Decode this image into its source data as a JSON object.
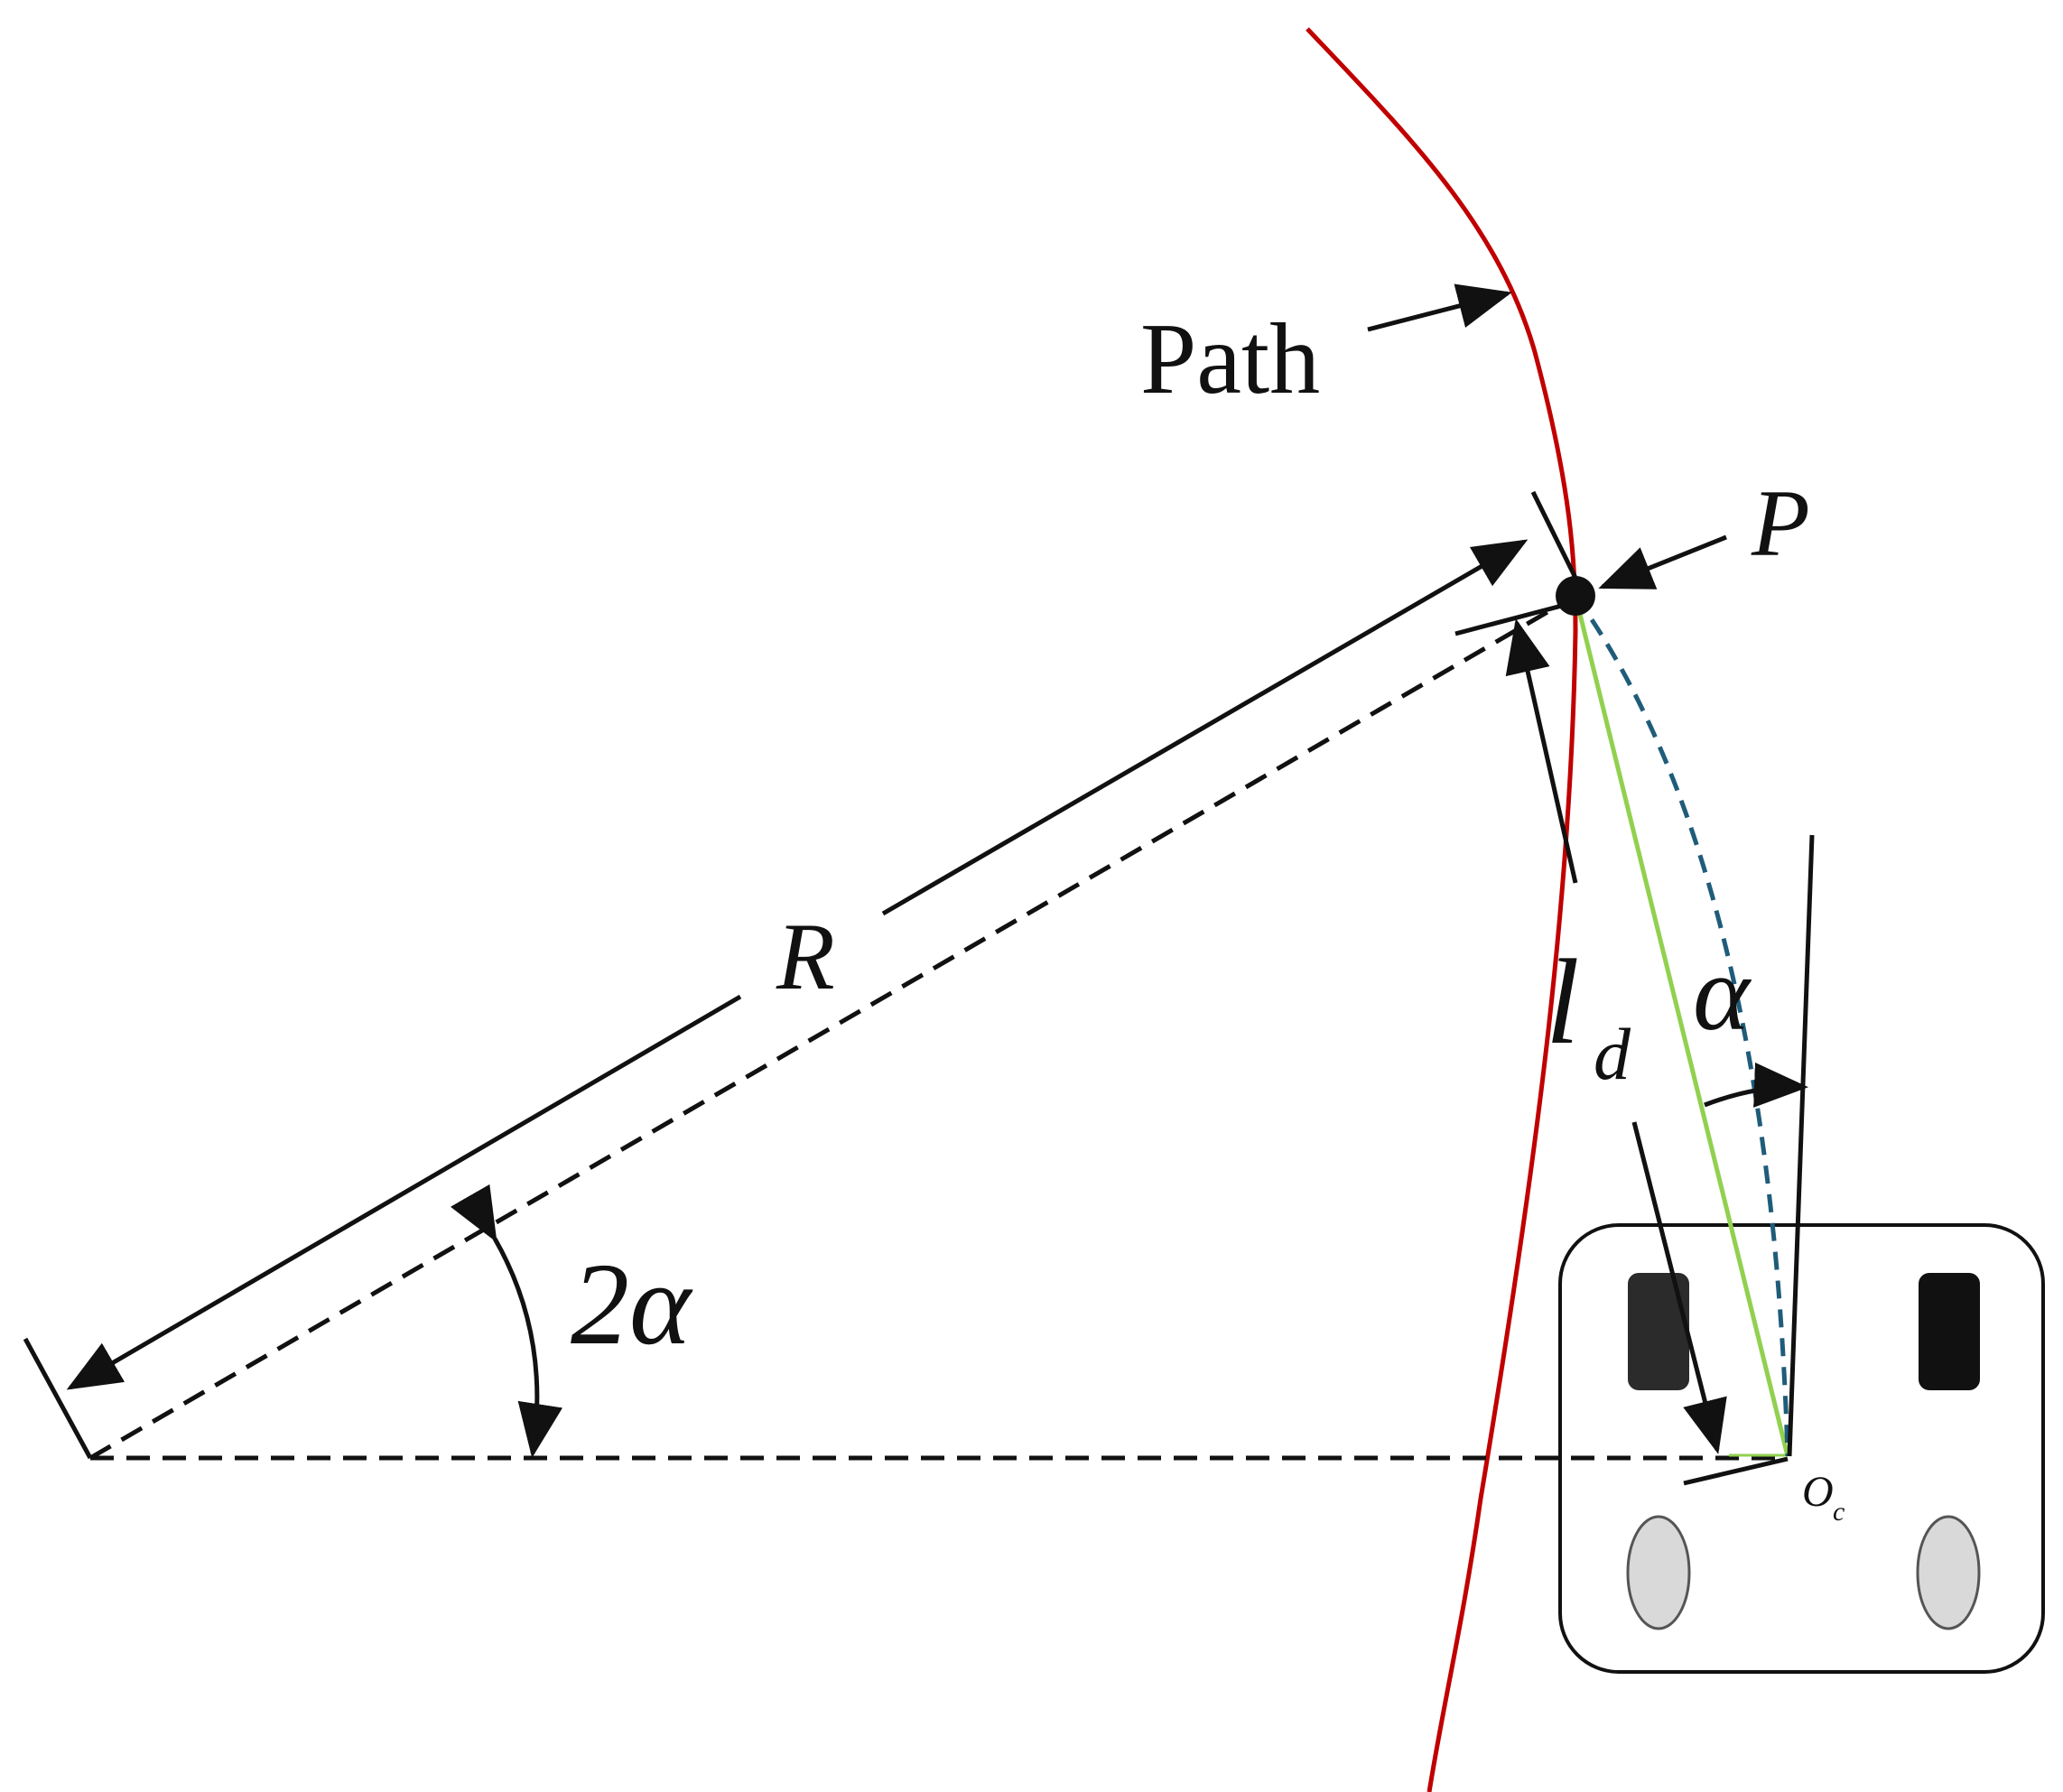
{
  "diagram": {
    "labels": {
      "path": "Path",
      "point": "P",
      "radius": "R",
      "lookahead_base": "l",
      "lookahead_sub": "d",
      "alpha": "α",
      "two_alpha": "2α",
      "origin_base": "O",
      "origin_sub": "c"
    },
    "colors": {
      "path_curve": "#c00000",
      "chord": "#92d050",
      "arc": "#1f5c7a",
      "ink": "#111111",
      "front_wheel": "#2b2b2b",
      "rear_wheel": "#d9d9d9",
      "vehicle_outline": "#111111"
    }
  }
}
